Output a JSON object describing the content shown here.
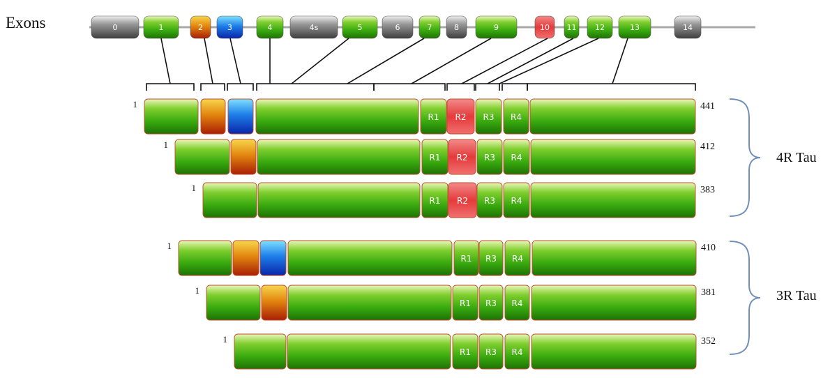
{
  "exons_label": "Exons",
  "colors": {
    "green": "#37a90e",
    "gray": "#6f6f6f",
    "orange": "#e2860f",
    "blue": "#1e56d8",
    "red": "#e53a3a",
    "track": "#a8a8a8",
    "brace": "#6e8fb8"
  },
  "exons": [
    {
      "label": "0",
      "color": "gray"
    },
    {
      "label": "1",
      "color": "green"
    },
    {
      "label": "2",
      "color": "orange"
    },
    {
      "label": "3",
      "color": "blue"
    },
    {
      "label": "4",
      "color": "green"
    },
    {
      "label": "4s",
      "color": "gray"
    },
    {
      "label": "5",
      "color": "green"
    },
    {
      "label": "6",
      "color": "gray"
    },
    {
      "label": "7",
      "color": "green"
    },
    {
      "label": "8",
      "color": "gray"
    },
    {
      "label": "9",
      "color": "green"
    },
    {
      "label": "10",
      "color": "red"
    },
    {
      "label": "11",
      "color": "green"
    },
    {
      "label": "12",
      "color": "green"
    },
    {
      "label": "13",
      "color": "green"
    },
    {
      "label": "14",
      "color": "gray"
    }
  ],
  "isoforms": [
    {
      "start": "1",
      "end": "441",
      "group": "4R Tau",
      "domains": [
        {
          "label": "",
          "color": "green"
        },
        {
          "label": "",
          "color": "orange"
        },
        {
          "label": "",
          "color": "blue"
        },
        {
          "label": "",
          "color": "green"
        },
        {
          "label": "R1",
          "color": "green"
        },
        {
          "label": "R2",
          "color": "red"
        },
        {
          "label": "R3",
          "color": "green"
        },
        {
          "label": "R4",
          "color": "green"
        },
        {
          "label": "",
          "color": "green"
        }
      ]
    },
    {
      "start": "1",
      "end": "412",
      "group": "4R Tau",
      "domains": [
        {
          "label": "",
          "color": "green"
        },
        {
          "label": "",
          "color": "orange"
        },
        {
          "label": "",
          "color": "green"
        },
        {
          "label": "R1",
          "color": "green"
        },
        {
          "label": "R2",
          "color": "red"
        },
        {
          "label": "R3",
          "color": "green"
        },
        {
          "label": "R4",
          "color": "green"
        },
        {
          "label": "",
          "color": "green"
        }
      ]
    },
    {
      "start": "1",
      "end": "383",
      "group": "4R Tau",
      "domains": [
        {
          "label": "",
          "color": "green"
        },
        {
          "label": "",
          "color": "green"
        },
        {
          "label": "R1",
          "color": "green"
        },
        {
          "label": "R2",
          "color": "red"
        },
        {
          "label": "R3",
          "color": "green"
        },
        {
          "label": "R4",
          "color": "green"
        },
        {
          "label": "",
          "color": "green"
        }
      ]
    },
    {
      "start": "1",
      "end": "410",
      "group": "3R Tau",
      "domains": [
        {
          "label": "",
          "color": "green"
        },
        {
          "label": "",
          "color": "orange"
        },
        {
          "label": "",
          "color": "blue"
        },
        {
          "label": "",
          "color": "green"
        },
        {
          "label": "R1",
          "color": "green"
        },
        {
          "label": "R3",
          "color": "green"
        },
        {
          "label": "R4",
          "color": "green"
        },
        {
          "label": "",
          "color": "green"
        }
      ]
    },
    {
      "start": "1",
      "end": "381",
      "group": "3R Tau",
      "domains": [
        {
          "label": "",
          "color": "green"
        },
        {
          "label": "",
          "color": "orange"
        },
        {
          "label": "",
          "color": "green"
        },
        {
          "label": "R1",
          "color": "green"
        },
        {
          "label": "R3",
          "color": "green"
        },
        {
          "label": "R4",
          "color": "green"
        },
        {
          "label": "",
          "color": "green"
        }
      ]
    },
    {
      "start": "1",
      "end": "352",
      "group": "3R Tau",
      "domains": [
        {
          "label": "",
          "color": "green"
        },
        {
          "label": "",
          "color": "green"
        },
        {
          "label": "R1",
          "color": "green"
        },
        {
          "label": "R3",
          "color": "green"
        },
        {
          "label": "R4",
          "color": "green"
        },
        {
          "label": "",
          "color": "green"
        }
      ]
    }
  ],
  "groups": {
    "four_r": "4R Tau",
    "three_r": "3R Tau"
  }
}
